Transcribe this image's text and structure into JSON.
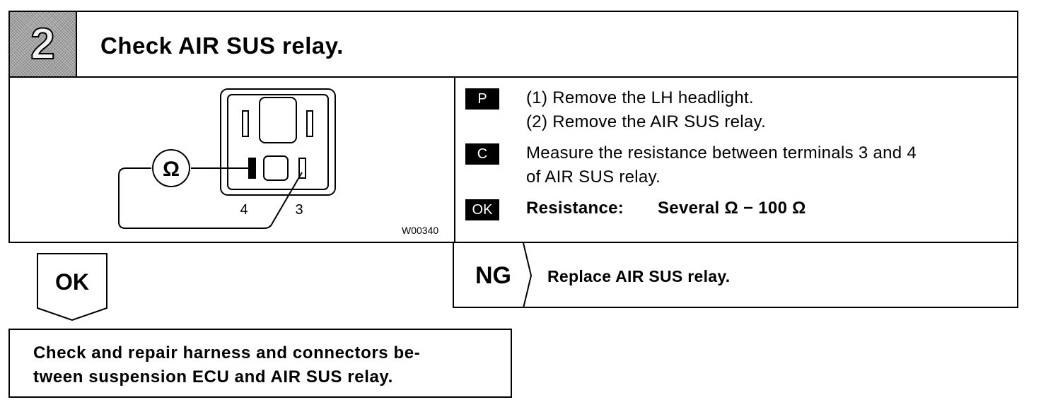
{
  "header": {
    "step_number": "2",
    "title": "Check AIR SUS relay."
  },
  "figure": {
    "ohm_symbol": "Ω",
    "terminal_4": "4",
    "terminal_3": "3",
    "code": "W00340"
  },
  "instructions": {
    "prep_badge": "P",
    "prep_lines": [
      "(1) Remove the LH headlight.",
      "(2) Remove the AIR SUS relay."
    ],
    "check_badge": "C",
    "check_lines": [
      "Measure the resistance between terminals 3 and 4",
      "of AIR SUS relay."
    ],
    "ok_badge": "OK",
    "spec_label": "Resistance:",
    "spec_value": "Several Ω − 100 Ω"
  },
  "ok_branch": {
    "label": "OK",
    "action_lines": [
      "Check and repair harness and connectors be-",
      "tween suspension ECU and AIR SUS relay."
    ]
  },
  "ng_branch": {
    "label": "NG",
    "action": "Replace AIR SUS relay."
  }
}
